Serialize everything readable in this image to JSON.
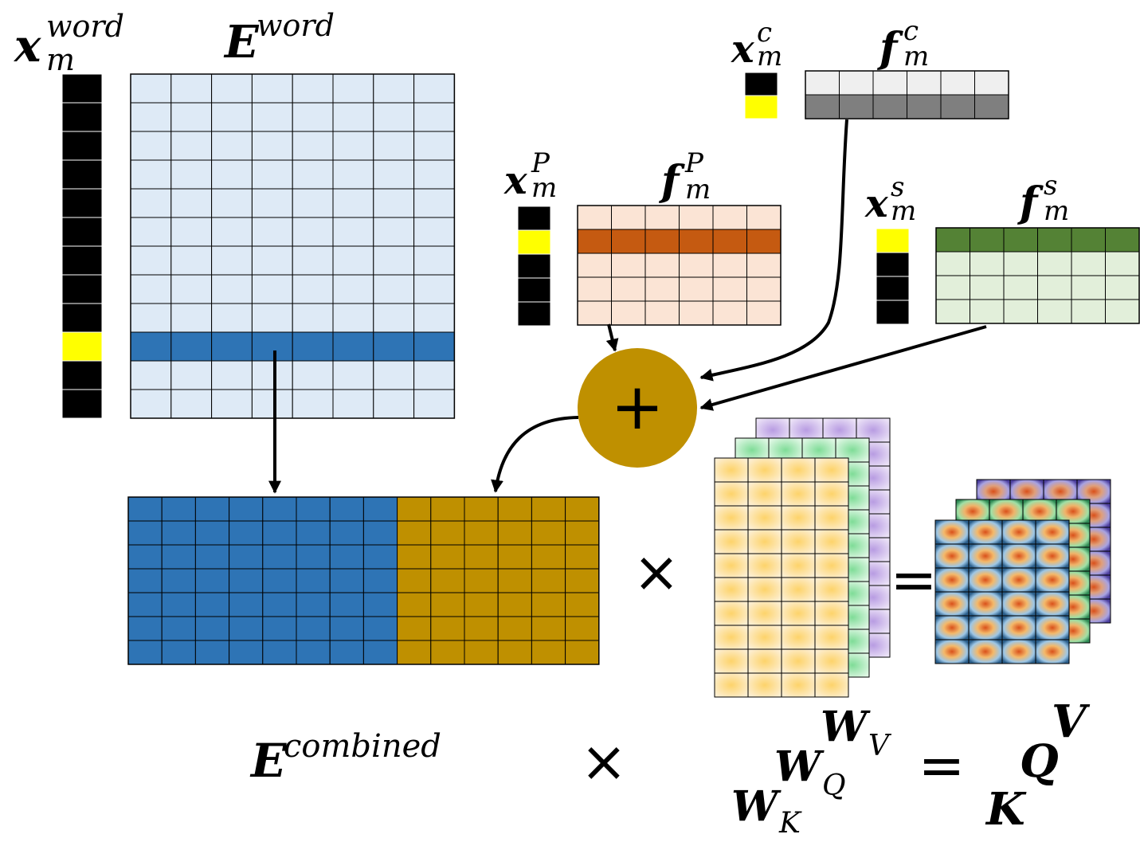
{
  "labels": {
    "x_word": {
      "base": "x",
      "sub": "m",
      "sup": "word"
    },
    "e_word": {
      "base": "E",
      "sup": "word"
    },
    "x_c": {
      "base": "x",
      "sub": "m",
      "sup": "c"
    },
    "f_c": {
      "base": "f",
      "sub": "m",
      "sup": "c"
    },
    "x_p": {
      "base": "x",
      "sub": "m",
      "sup": "P"
    },
    "f_p": {
      "base": "f",
      "sub": "m",
      "sup": "P"
    },
    "x_s": {
      "base": "x",
      "sub": "m",
      "sup": "s"
    },
    "f_s": {
      "base": "f",
      "sub": "m",
      "sup": "s"
    },
    "e_combined": {
      "base": "E",
      "sup": "combined"
    },
    "w_v": {
      "base": "W",
      "sub": "V"
    },
    "w_q": {
      "base": "W",
      "sub": "Q"
    },
    "w_k": {
      "base": "W",
      "sub": "K"
    },
    "v": "V",
    "q": "Q",
    "k": "K"
  },
  "operators": {
    "plus": "+",
    "times": "×",
    "equals": "="
  },
  "colors": {
    "black": "#000000",
    "yellow": "#ffff00",
    "word_light": "#deeaf6",
    "word_dark": "#2e74b5",
    "c_light": "#efefef",
    "c_dark": "#7f7f7f",
    "p_light": "#fbe4d5",
    "p_dark": "#c55a11",
    "s_light": "#e2efda",
    "s_dark": "#548235",
    "gold": "#bf9000",
    "w_orange": "#fde5b6",
    "w_green": "#c9efd2",
    "w_purple": "#d9c9ef"
  }
}
